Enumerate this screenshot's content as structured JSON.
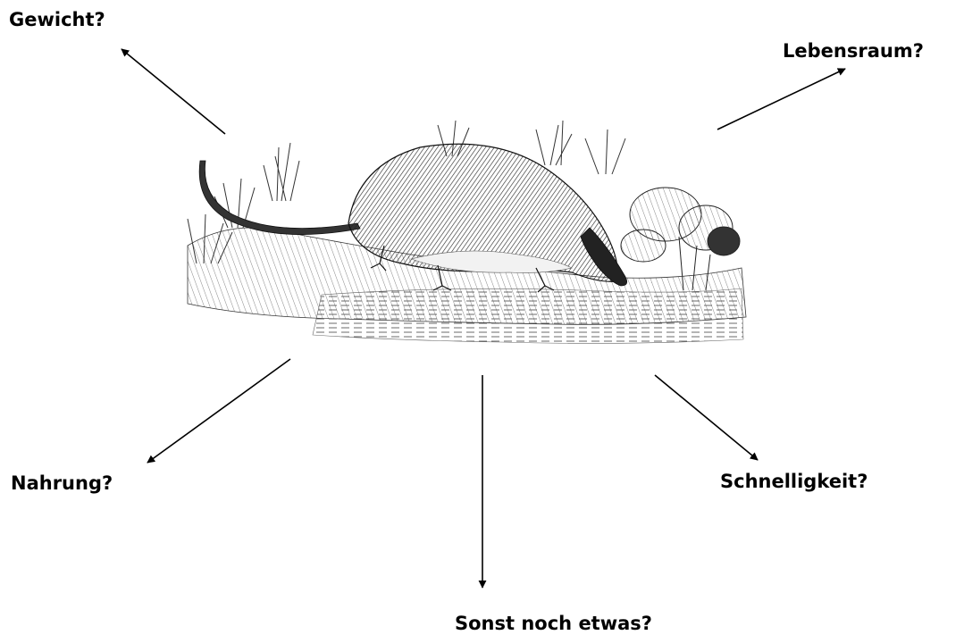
{
  "labels": {
    "weight": "Gewicht?",
    "habitat": "Lebensraum?",
    "food": "Nahrung?",
    "speed": "Schnelligkeit?",
    "other": "Sonst noch etwas?"
  },
  "illustration": {
    "subject": "shrew-engraving"
  },
  "colors": {
    "ink": "#000000",
    "background": "#ffffff"
  }
}
